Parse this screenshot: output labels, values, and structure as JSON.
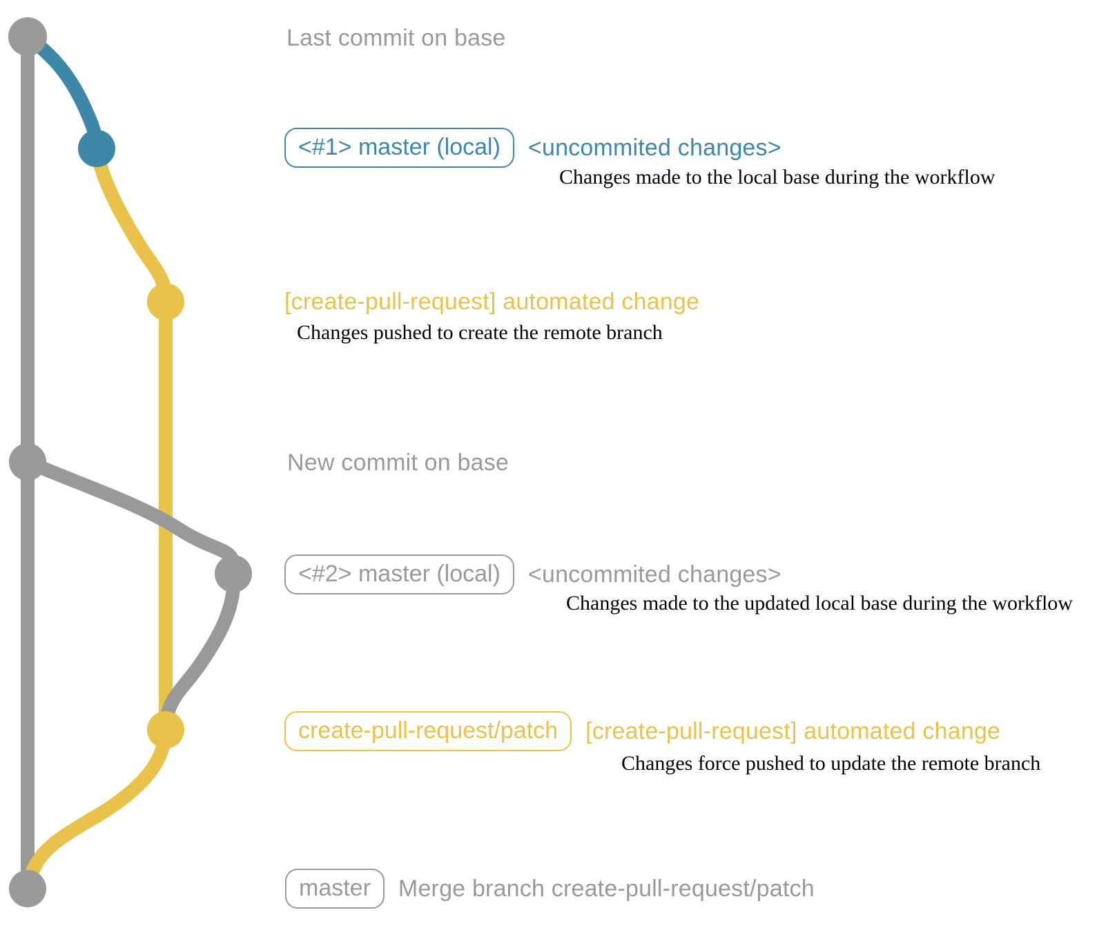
{
  "colors": {
    "gray": "#999999",
    "blue": "#3d87a9",
    "yellow": "#e8c24a",
    "ink": "#000000",
    "background": "#ffffff"
  },
  "graph": {
    "branches": [
      {
        "name": "base-remote",
        "color": "gray"
      },
      {
        "name": "master-local",
        "color": "blue"
      },
      {
        "name": "create-pull-request/patch",
        "color": "yellow"
      }
    ],
    "commits": [
      {
        "name": "last-commit-on-base",
        "color": "gray"
      },
      {
        "name": "uncommitted-changes-1",
        "color": "blue"
      },
      {
        "name": "automated-change-1",
        "color": "yellow"
      },
      {
        "name": "new-commit-on-base",
        "color": "gray"
      },
      {
        "name": "uncommitted-changes-2",
        "color": "gray"
      },
      {
        "name": "automated-change-2",
        "color": "yellow"
      },
      {
        "name": "merge-commit",
        "color": "gray"
      }
    ]
  },
  "rows": {
    "last_commit": {
      "label": "Last commit on base"
    },
    "workflow1": {
      "badge": "<#1> master (local)",
      "note": "<uncommited changes>",
      "description": "Changes made to the local base during the workflow"
    },
    "push1": {
      "label": "[create-pull-request] automated change",
      "description": "Changes pushed to create the remote branch"
    },
    "new_commit": {
      "label": "New commit on base"
    },
    "workflow2": {
      "badge": "<#2> master (local)",
      "note": "<uncommited changes>",
      "description": "Changes made to the updated local base during the workflow"
    },
    "push2": {
      "badge": "create-pull-request/patch",
      "note": "[create-pull-request] automated change",
      "description": "Changes force pushed to update the remote branch"
    },
    "merge": {
      "badge": "master",
      "note": "Merge branch create-pull-request/patch"
    }
  }
}
